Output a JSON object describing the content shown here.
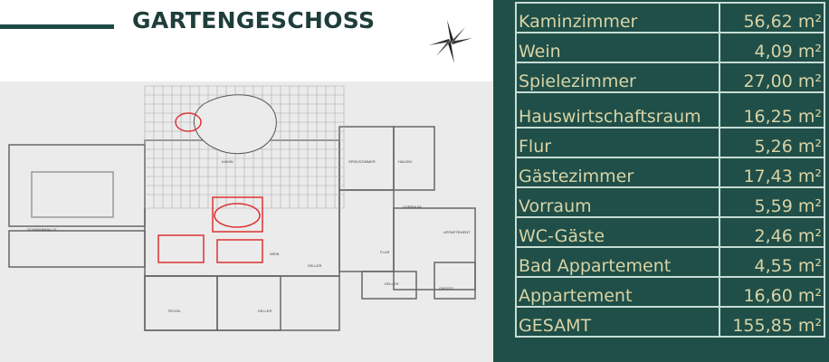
{
  "header": {
    "title": "GARTENGESCHOSS",
    "compass_icon": "compass-rose-icon"
  },
  "plan": {
    "labels": [
      "SPIELEZIMMER",
      "HAUSW.",
      "KAMIN",
      "SCHWIMMHALLE",
      "WEIN",
      "FLUR",
      "VORRAUM",
      "APPARTEMENT",
      "KELLER",
      "KELLER",
      "TECHN.",
      "KELLER",
      "GÄSTEZ."
    ]
  },
  "table": {
    "unit": "m²",
    "rows": [
      {
        "room": "Kaminzimmer",
        "area": "56,62 m²"
      },
      {
        "room": "Wein",
        "area": "4,09 m²"
      },
      {
        "room": "Spielezimmer",
        "area": "27,00 m²"
      },
      {
        "room": "Hauswirtschaftsraum",
        "area": "16,25 m²"
      },
      {
        "room": "Flur",
        "area": "5,26 m²"
      },
      {
        "room": "Gästezimmer",
        "area": "17,43 m²"
      },
      {
        "room": "Vorraum",
        "area": "5,59 m²"
      },
      {
        "room": "WC-Gäste",
        "area": "2,46 m²"
      },
      {
        "room": "Bad Appartement",
        "area": "4,55 m²"
      },
      {
        "room": "Appartement",
        "area": "16,60 m²"
      },
      {
        "room": "GESAMT",
        "area": "155,85 m²"
      }
    ]
  },
  "colors": {
    "panel": "#1f4f48",
    "text": "#d9d3a6",
    "title": "#1f3e3a"
  }
}
